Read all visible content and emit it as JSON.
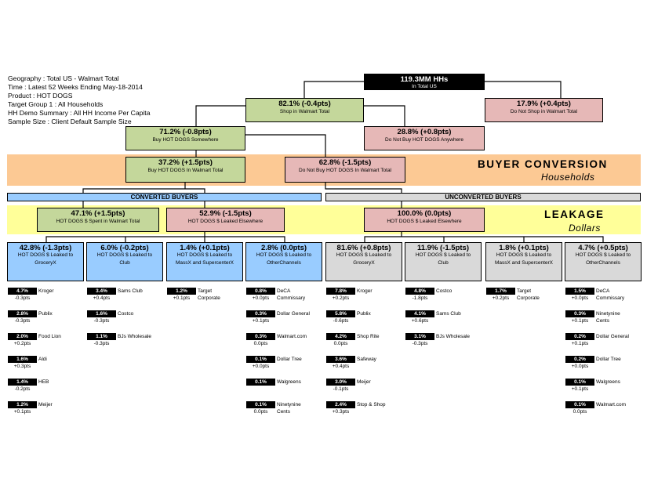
{
  "info": [
    "Geography : Total US - Walmart Total",
    "Time : Latest 52 Weeks Ending May-18-2014",
    "Product : HOT DOGS",
    "Target Group 1 : All Households",
    "HH Demo Summary : All HH Income Per Capita",
    "Sample Size : Client Default Sample Size"
  ],
  "tree": {
    "root": {
      "pct": "119.3MM HHs",
      "label": "In Total US"
    },
    "shop": {
      "pct": "82.1% (-0.4pts)",
      "label": "Shop in Walmart Total"
    },
    "noshop": {
      "pct": "17.9% (+0.4pts)",
      "label": "Do Not Shop in Walmart Total"
    },
    "buy": {
      "pct": "71.2% (-0.8pts)",
      "label": "Buy HOT DOGS Somewhere"
    },
    "nobuy": {
      "pct": "28.8% (+0.8pts)",
      "label": "Do Not Buy HOT DOGS Anywhere"
    },
    "buywm": {
      "pct": "37.2% (+1.5pts)",
      "label": "Buy HOT DOGS In Walmart Total"
    },
    "nobuywm": {
      "pct": "62.8% (-1.5pts)",
      "label": "Do Not Buy HOT DOGS In Walmart Total"
    },
    "spent": {
      "pct": "47.1% (+1.5pts)",
      "label": "HOT DOGS $ Spent in Walmart Total"
    },
    "leaked": {
      "pct": "52.9% (-1.5pts)",
      "label": "HOT DOGS $ Leaked Elsewhere"
    },
    "uleaked": {
      "pct": "100.0% (0.0pts)",
      "label": "HOT DOGS $ Leaked Elsewhere"
    }
  },
  "sections": {
    "buyer_conversion": "BUYER CONVERSION",
    "households": "Households",
    "leakage": "LEAKAGE",
    "dollars": "Dollars",
    "converted": "CONVERTED BUYERS",
    "unconverted": "UNCONVERTED BUYERS"
  },
  "colors": {
    "green": "#c4d79b",
    "pink": "#e6b8b7",
    "blue": "#99ccff",
    "gray": "#d9d9d9",
    "orange": "#fcc994",
    "yellow": "#ffff99"
  },
  "columns": [
    {
      "pct": "42.8% (-1.3pts)",
      "l1": "HOT DOGS $ Leaked to",
      "l2": "GroceryX",
      "items": [
        [
          "4.7%",
          "-0.3pts",
          "Kroger",
          ""
        ],
        [
          "2.8%",
          "-0.3pts",
          "Publix",
          ""
        ],
        [
          "2.0%",
          "+0.2pts",
          "Food Lion",
          ""
        ],
        [
          "1.6%",
          "+0.3pts",
          "Aldi",
          ""
        ],
        [
          "1.4%",
          "-0.2pts",
          "HEB",
          ""
        ],
        [
          "1.2%",
          "+0.1pts",
          "Meijer",
          ""
        ]
      ]
    },
    {
      "pct": "6.0% (-0.2pts)",
      "l1": "HOT DOGS $ Leaked to",
      "l2": "Club",
      "items": [
        [
          "3.4%",
          "+0.4pts",
          "Sams Club",
          ""
        ],
        [
          "1.6%",
          "-0.3pts",
          "Costco",
          ""
        ],
        [
          "1.1%",
          "-0.3pts",
          "BJs Wholesale",
          ""
        ]
      ]
    },
    {
      "pct": "1.4% (+0.1pts)",
      "l1": "HOT DOGS $ Leaked to",
      "l2": "MassX and SupercenterX",
      "items": [
        [
          "1.2%",
          "+0.1pts",
          "Target",
          "Corporate"
        ]
      ]
    },
    {
      "pct": "2.8% (0.0pts)",
      "l1": "HOT DOGS $ Leaked to",
      "l2": "OtherChannels",
      "items": [
        [
          "0.8%",
          "+0.0pts",
          "DeCA",
          "Commissary"
        ],
        [
          "0.3%",
          "+0.1pts",
          "Dollar General",
          ""
        ],
        [
          "0.3%",
          "0.0pts",
          "Walmart.com",
          ""
        ],
        [
          "0.1%",
          "+0.0pts",
          "Dollar Tree",
          ""
        ],
        [
          "0.1%",
          "",
          "Walgreens",
          ""
        ],
        [
          "0.1%",
          "0.0pts",
          "Ninetynine",
          "Cents"
        ]
      ]
    },
    {
      "pct": "81.6% (+0.8pts)",
      "l1": "HOT DOGS $ Leaked to",
      "l2": "GroceryX",
      "items": [
        [
          "7.8%",
          "+0.2pts",
          "Kroger",
          ""
        ],
        [
          "5.8%",
          "-0.6pts",
          "Publix",
          ""
        ],
        [
          "4.2%",
          "0.0pts",
          "Shop Rite",
          ""
        ],
        [
          "3.6%",
          "+0.4pts",
          "Safeway",
          ""
        ],
        [
          "3.0%",
          "-0.1pts",
          "Meijer",
          ""
        ],
        [
          "2.4%",
          "+0.3pts",
          "Stop & Shop",
          ""
        ]
      ]
    },
    {
      "pct": "11.9% (-1.5pts)",
      "l1": "HOT DOGS $ Leaked to",
      "l2": "Club",
      "items": [
        [
          "4.8%",
          "-1.8pts",
          "Costco",
          ""
        ],
        [
          "4.1%",
          "+0.6pts",
          "Sams Club",
          ""
        ],
        [
          "3.1%",
          "-0.3pts",
          "BJs Wholesale",
          ""
        ]
      ]
    },
    {
      "pct": "1.8% (+0.1pts)",
      "l1": "HOT DOGS $ Leaked to",
      "l2": "MassX and SupercenterX",
      "items": [
        [
          "1.7%",
          "+0.2pts",
          "Target",
          "Corporate"
        ]
      ]
    },
    {
      "pct": "4.7% (+0.5pts)",
      "l1": "HOT DOGS $ Leaked to",
      "l2": "OtherChannels",
      "items": [
        [
          "1.5%",
          "+0.0pts",
          "DeCA",
          "Commissary"
        ],
        [
          "0.3%",
          "+0.1pts",
          "Ninetynine",
          "Cents"
        ],
        [
          "0.2%",
          "+0.1pts",
          "Dollar General",
          ""
        ],
        [
          "0.2%",
          "+0.0pts",
          "Dollar Tree",
          ""
        ],
        [
          "0.1%",
          "+0.1pts",
          "Walgreens",
          ""
        ],
        [
          "0.1%",
          "0.0pts",
          "Walmart.com",
          ""
        ]
      ]
    }
  ]
}
